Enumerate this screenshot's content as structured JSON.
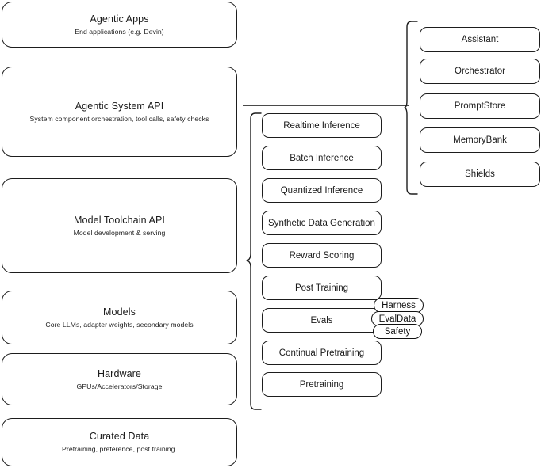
{
  "diagram": {
    "title": "AI Stack Layers Diagram",
    "stroke_color": "#1d1d1d",
    "background_color": "#ffffff",
    "connector_color": "#4a4a4a"
  },
  "layers": [
    {
      "id": "agentic-apps",
      "title": "Agentic Apps",
      "subtitle": "End applications (e.g. Devin)"
    },
    {
      "id": "agentic-system-api",
      "title": "Agentic System API",
      "subtitle": "System component orchestration, tool calls, safety checks"
    },
    {
      "id": "model-toolchain-api",
      "title": "Model Toolchain API",
      "subtitle": "Model development & serving"
    },
    {
      "id": "models",
      "title": "Models",
      "subtitle": "Core LLMs, adapter weights, secondary models"
    },
    {
      "id": "hardware",
      "title": "Hardware",
      "subtitle": "GPUs/Accelerators/Storage"
    },
    {
      "id": "curated-data",
      "title": "Curated Data",
      "subtitle": "Pretraining, preference, post training."
    }
  ],
  "toolchain_components": [
    {
      "id": "realtime-inference",
      "label": "Realtime Inference"
    },
    {
      "id": "batch-inference",
      "label": "Batch Inference"
    },
    {
      "id": "quantized-inference",
      "label": "Quantized Inference"
    },
    {
      "id": "synthetic-data-generation",
      "label": "Synthetic Data Generation"
    },
    {
      "id": "reward-scoring",
      "label": "Reward Scoring"
    },
    {
      "id": "post-training",
      "label": "Post Training"
    },
    {
      "id": "evals",
      "label": "Evals"
    },
    {
      "id": "continual-pretraining",
      "label": "Continual Pretraining"
    },
    {
      "id": "pretraining",
      "label": "Pretraining"
    }
  ],
  "eval_tags": [
    {
      "id": "harness",
      "label": "Harness"
    },
    {
      "id": "evaldata",
      "label": "EvalData"
    },
    {
      "id": "safety",
      "label": "Safety"
    }
  ],
  "system_components": [
    {
      "id": "assistant",
      "label": "Assistant"
    },
    {
      "id": "orchestrator",
      "label": "Orchestrator"
    },
    {
      "id": "promptstore",
      "label": "PromptStore"
    },
    {
      "id": "memorybank",
      "label": "MemoryBank"
    },
    {
      "id": "shields",
      "label": "Shields"
    }
  ]
}
